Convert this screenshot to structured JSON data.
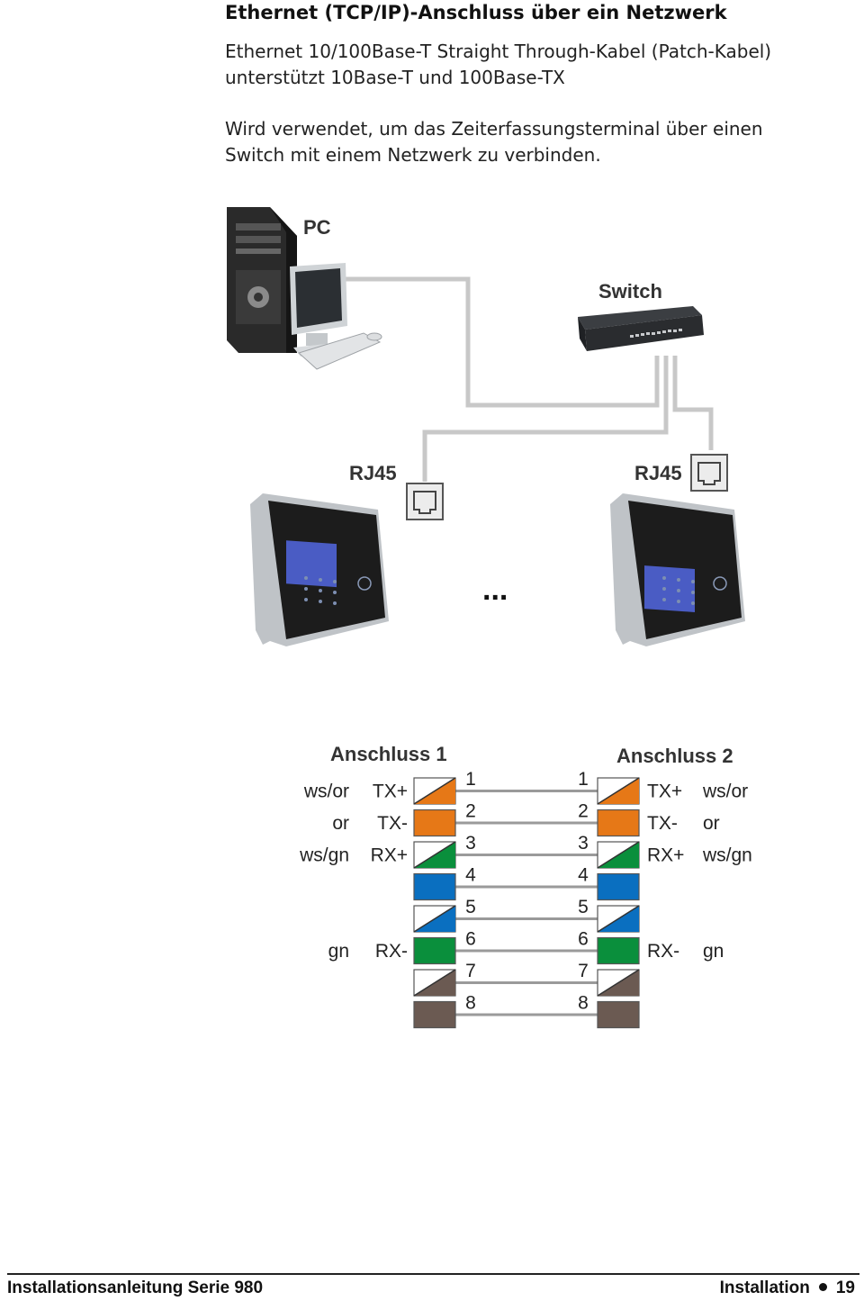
{
  "heading": "Ethernet (TCP/IP)-Anschluss über ein Netzwerk",
  "intro": {
    "line1": "Ethernet 10/100Base-T Straight Through-Kabel (Patch-Kabel)",
    "line2": "unterstützt 10Base-T und 100Base-TX"
  },
  "usage": {
    "line1": "Wird verwendet, um das Zeiterfassungsterminal über einen",
    "line2": "Switch mit einem Netzwerk zu verbinden."
  },
  "network": {
    "pc_label": "PC",
    "switch_label": "Switch",
    "rj45_left": "RJ45",
    "rj45_right": "RJ45",
    "ellipsis": "..."
  },
  "wiring": {
    "title_left": "Anschluss 1",
    "title_right": "Anschluss 2",
    "pins": [
      {
        "num": "1",
        "color": "ws/or",
        "signal": "TX+",
        "base": "#e67817",
        "striped": true
      },
      {
        "num": "2",
        "color": "or",
        "signal": "TX-",
        "base": "#e67817",
        "striped": false
      },
      {
        "num": "3",
        "color": "ws/gn",
        "signal": "RX+",
        "base": "#0a8f3c",
        "striped": true
      },
      {
        "num": "4",
        "color": "",
        "signal": "",
        "base": "#0a6fc0",
        "striped": false
      },
      {
        "num": "5",
        "color": "",
        "signal": "",
        "base": "#0a6fc0",
        "striped": true
      },
      {
        "num": "6",
        "color": "gn",
        "signal": "RX-",
        "base": "#0a8f3c",
        "striped": false
      },
      {
        "num": "7",
        "color": "",
        "signal": "",
        "base": "#6b5a52",
        "striped": true
      },
      {
        "num": "8",
        "color": "",
        "signal": "",
        "base": "#6b5a52",
        "striped": false
      }
    ]
  },
  "footer": {
    "left": "Installationsanleitung Serie 980",
    "section": "Installation",
    "page": "19"
  },
  "colors": {
    "cable": "#c8c8c8",
    "terminal_body": "#1c1c1c",
    "terminal_frame": "#bfc3c7"
  }
}
